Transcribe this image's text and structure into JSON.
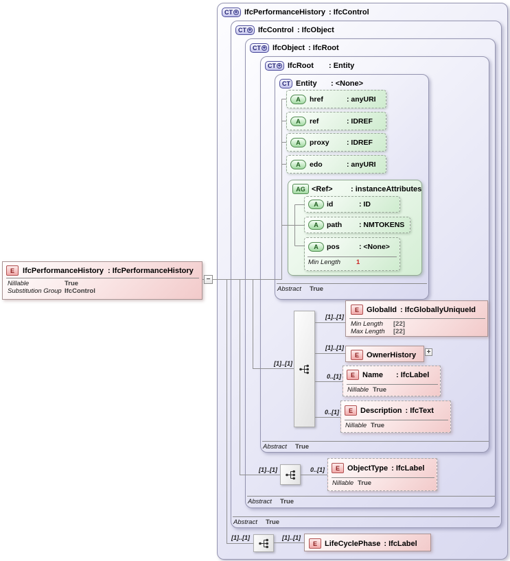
{
  "colors": {
    "type_box_fill": "#dcdcf2",
    "type_box_border": "#9494b0",
    "element_box_fill": "#f6d6d6",
    "element_badge": "#8b1d1d",
    "attribute_box_fill": "#d9efd9",
    "ct_badge": "#1c1c6e",
    "connector": "#8f8f8f",
    "min_length_red": "#cc2222"
  },
  "left_element": {
    "badge": "E",
    "name": "IfcPerformanceHistory",
    "type": ": IfcPerformanceHistory",
    "collapse_glyph": "−",
    "facets": [
      {
        "label": "Nillable",
        "value": "True"
      },
      {
        "label": "Substitution Group",
        "value": "IfcControl"
      }
    ]
  },
  "type_boxes": {
    "performance_history": {
      "badge": "CT",
      "plus": "+",
      "name": "IfcPerformanceHistory",
      "type": ": IfcControl"
    },
    "control": {
      "badge": "CT",
      "plus": "+",
      "name": "IfcControl",
      "type": ": IfcObject"
    },
    "object": {
      "badge": "CT",
      "plus": "+",
      "name": "IfcObject",
      "type": ": IfcRoot"
    },
    "root": {
      "badge": "CT",
      "plus": "+",
      "name": "IfcRoot",
      "type": ": Entity"
    },
    "entity": {
      "badge": "CT",
      "name": "Entity",
      "type": ": <None>"
    }
  },
  "abstract_facets": {
    "entity": {
      "label": "Abstract",
      "value": "True"
    },
    "root": {
      "label": "Abstract",
      "value": "True"
    },
    "object": {
      "label": "Abstract",
      "value": "True"
    },
    "control": {
      "label": "Abstract",
      "value": "True"
    }
  },
  "entity_attributes": [
    {
      "badge": "A",
      "name": "href",
      "type": ": anyURI"
    },
    {
      "badge": "A",
      "name": "ref",
      "type": ": IDREF"
    },
    {
      "badge": "A",
      "name": "proxy",
      "type": ": IDREF"
    },
    {
      "badge": "A",
      "name": "edo",
      "type": ": anyURI"
    }
  ],
  "ref_group": {
    "badge": "AG",
    "name": "<Ref>",
    "type": ": instanceAttributes",
    "attributes": [
      {
        "badge": "A",
        "name": "id",
        "type": ": ID"
      },
      {
        "badge": "A",
        "name": "path",
        "type": ": NMTOKENS"
      },
      {
        "badge": "A",
        "name": "pos",
        "type": ": <None>",
        "facet": {
          "label": "Min Length",
          "value": "1"
        }
      }
    ]
  },
  "root_content": {
    "sequence_cardinality": "[1]..[1]",
    "global_id": {
      "badge": "E",
      "name": "GlobalId",
      "type": ": IfcGloballyUniqueId",
      "cardinality": "[1]..[1]",
      "facets": [
        {
          "label": "Min Length",
          "value": "[22]"
        },
        {
          "label": "Max Length",
          "value": "[22]"
        }
      ]
    },
    "owner_history": {
      "badge": "E",
      "name": "OwnerHistory",
      "cardinality": "[1]..[1]",
      "expand_glyph": "+"
    },
    "name_element": {
      "badge": "E",
      "name": "Name",
      "type": ": IfcLabel",
      "cardinality": "0..[1]",
      "facets": [
        {
          "label": "Nillable",
          "value": "True"
        }
      ]
    },
    "description_element": {
      "badge": "E",
      "name": "Description",
      "type": ": IfcText",
      "cardinality": "0..[1]",
      "facets": [
        {
          "label": "Nillable",
          "value": "True"
        }
      ]
    }
  },
  "object_content": {
    "sequence_cardinality": "[1]..[1]",
    "object_type": {
      "badge": "E",
      "name": "ObjectType",
      "type": ": IfcLabel",
      "cardinality": "0..[1]",
      "facets": [
        {
          "label": "Nillable",
          "value": "True"
        }
      ]
    }
  },
  "performance_history_content": {
    "sequence_cardinality": "[1]..[1]",
    "life_cycle_phase": {
      "badge": "E",
      "name": "LifeCyclePhase",
      "type": ": IfcLabel",
      "cardinality": "[1]..[1]"
    }
  }
}
